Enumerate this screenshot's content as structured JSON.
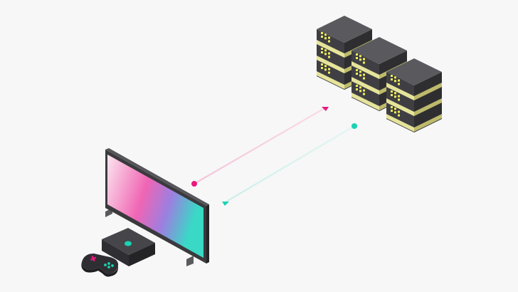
{
  "colors": {
    "background": "#f7f7f7",
    "upload_stream": "#e8197d",
    "download_stream": "#19d3b3",
    "server_top": "#5a5a5e",
    "server_left": "#3f3f43",
    "server_right": "#2e2e31",
    "server_band_left": "#e6e49a",
    "server_band_right": "#bdbb6b",
    "server_led": "#f2ee5a",
    "tv_frame": "#3a3a3d",
    "console_body": "#2f2f33",
    "console_light": "#19d3b3",
    "controller_body": "#2f2f33",
    "controller_dpad": "#e8197d",
    "controller_buttons": "#19d3b3"
  },
  "icons": {
    "server_stack": "server-rack-icon",
    "display": "television-icon",
    "console": "game-console-icon",
    "controller": "gamepad-icon"
  },
  "diagram": {
    "servers": [
      {
        "id": "server-1",
        "units": 3
      },
      {
        "id": "server-2",
        "units": 3
      },
      {
        "id": "server-3",
        "units": 3
      }
    ],
    "connections": [
      {
        "id": "upload",
        "from": "client",
        "to": "server",
        "color_key": "upload_stream"
      },
      {
        "id": "download",
        "from": "server",
        "to": "client",
        "color_key": "download_stream"
      }
    ]
  }
}
